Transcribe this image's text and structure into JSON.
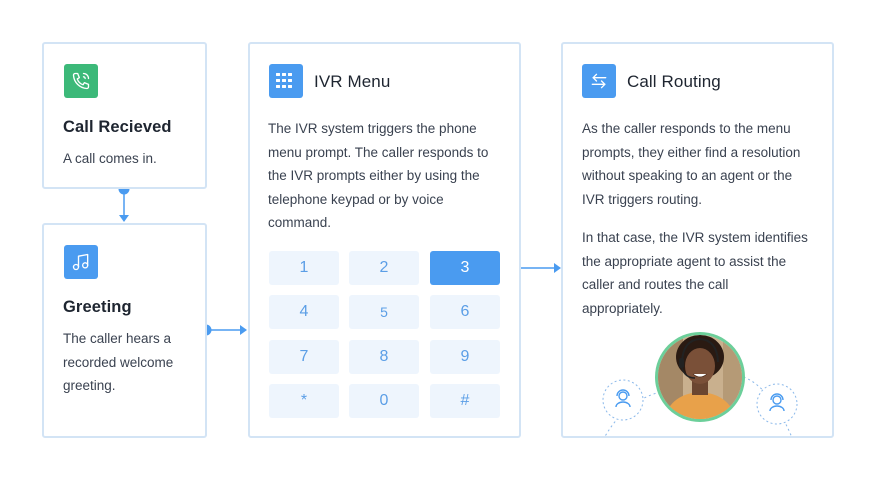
{
  "colors": {
    "accent": "#4a9bf0",
    "card_border": "#d3e4f5",
    "call_icon_bg": "#3cb979",
    "key_bg": "#eef5fd",
    "key_text": "#5b9ee6"
  },
  "call_received": {
    "icon": "phone-ringing-icon",
    "title": "Call Recieved",
    "description": "A call comes in."
  },
  "greeting": {
    "icon": "music-note-icon",
    "title": "Greeting",
    "description_lines": [
      "The caller hears a",
      "recorded welcome",
      "greeting."
    ]
  },
  "ivr_menu": {
    "icon": "keypad-grid-icon",
    "title": "IVR Menu",
    "description_lines": [
      "The IVR system triggers the phone",
      "menu prompt. The caller responds to",
      "the IVR prompts either by using the",
      "telephone keypad or by voice",
      "command."
    ],
    "keys": [
      "1",
      "2",
      "3",
      "4",
      "5",
      "6",
      "7",
      "8",
      "9",
      "*",
      "0",
      "#"
    ],
    "selected_key": "3"
  },
  "call_routing": {
    "icon": "swap-arrows-icon",
    "title": "Call Routing",
    "paragraph1_lines": [
      "As the caller responds to the menu",
      "prompts, they either find a resolution",
      "without speaking to an agent or the",
      "IVR triggers routing."
    ],
    "paragraph2_lines": [
      "In that case, the IVR system identifies",
      "the appropriate agent to assist the",
      "caller and routes the call",
      "appropriately."
    ],
    "agent_photo": "agent-with-headset",
    "side_icons": [
      "headset-agent-icon",
      "headset-agent-icon"
    ]
  }
}
